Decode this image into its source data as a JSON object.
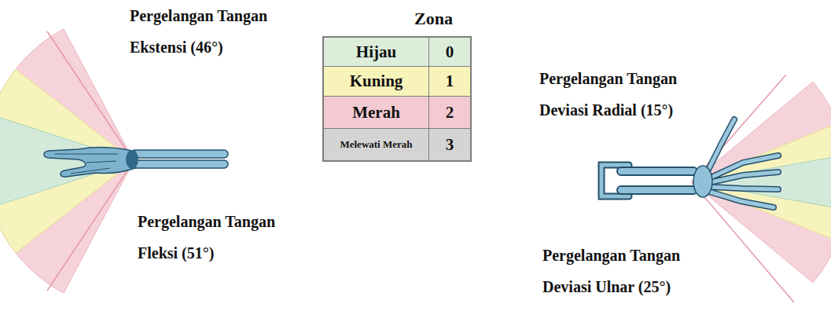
{
  "diagram": {
    "labels": [
      "Pergelangan Tangan Ekstensi (46°)",
      "Pergelangan Tangan Fleksi (51°)",
      "Pergelangan Tangan Deviasi Radial (15°)",
      "Pergelangan Tangan Deviasi Ulnar (25°)",
      "Zona",
      "0",
      "1",
      "2",
      "3"
    ],
    "legend": [
      {
        "text": "Hijau",
        "color": "#dcedda"
      },
      {
        "text": "Kuning",
        "color": "#f7f3b9"
      },
      {
        "text": "Merah",
        "color": "#f3cad2"
      },
      {
        "text": "Melewati Merah",
        "color": "#d4d4d4"
      }
    ]
  }
}
